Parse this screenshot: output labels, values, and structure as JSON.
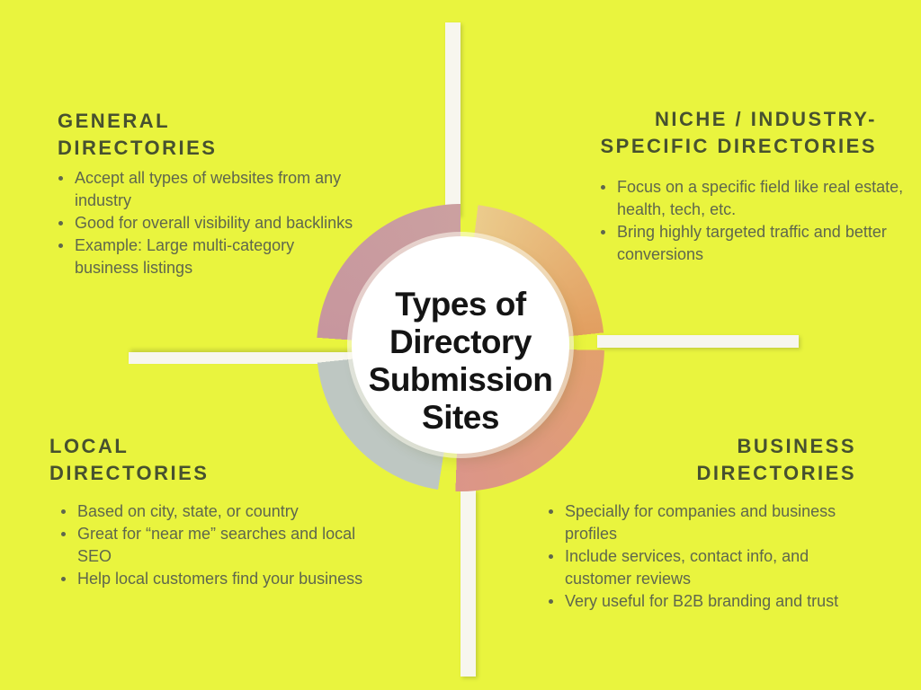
{
  "colors": {
    "background": "#e9f43e",
    "heading_text": "#47512f",
    "body_text": "#5f674d",
    "title_text": "#141414",
    "cross_line": "#f7f6ee",
    "center_circle": "#ffffff",
    "ring_top_left_arc": "#c7969e",
    "ring_top_right_arc": "#e5b376",
    "ring_bottom_right_arc": "#de9a80",
    "ring_bottom_left_arc": "#bec7c2"
  },
  "center": {
    "title_lines": [
      "Types of",
      "Directory",
      "Submission",
      "Sites"
    ]
  },
  "quadrants": {
    "general": {
      "heading_lines": [
        "GENERAL",
        "DIRECTORIES"
      ],
      "bullets": [
        "Accept all types of websites from any industry",
        "Good for overall visibility and backlinks",
        "Example: Large multi-category business listings"
      ]
    },
    "niche": {
      "heading_lines": [
        "NICHE / INDUSTRY-",
        "SPECIFIC DIRECTORIES"
      ],
      "bullets": [
        "Focus on a specific field like real estate, health, tech, etc.",
        "Bring highly targeted traffic and better conversions"
      ]
    },
    "local": {
      "heading_lines": [
        "LOCAL",
        "DIRECTORIES"
      ],
      "bullets": [
        "Based on city, state, or country",
        "Great for “near me” searches and local SEO",
        "Help local customers find your business"
      ]
    },
    "business": {
      "heading_lines": [
        "BUSINESS",
        "DIRECTORIES"
      ],
      "bullets": [
        "Specially for companies and business profiles",
        "Include services, contact info, and customer reviews",
        "Very useful for B2B branding and trust"
      ]
    }
  }
}
